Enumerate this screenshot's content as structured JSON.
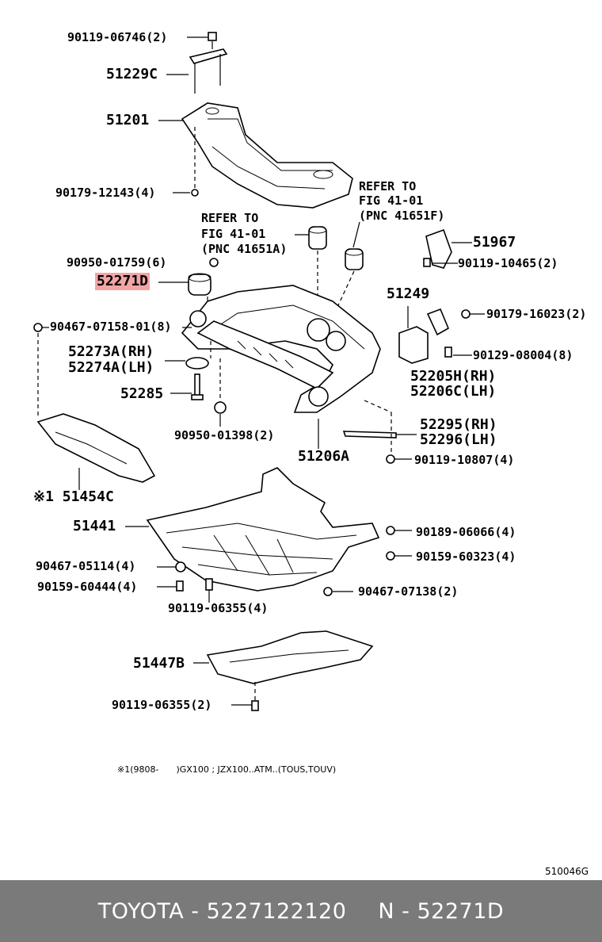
{
  "labels": {
    "l01": "90119-06746(2)",
    "l02": "51229C",
    "l03": "51201",
    "l04": "90179-12143(4)",
    "l05": "REFER TO",
    "l06": "FIG 41-01",
    "l07": "(PNC 41651F)",
    "l08": "REFER TO",
    "l09": "FIG 41-01",
    "l10": "(PNC 41651A)",
    "l11": "51967",
    "l12": "90119-10465(2)",
    "l13": "90950-01759(6)",
    "l14": "52271D",
    "l15": "51249",
    "l16": "90179-16023(2)",
    "l17": "90467-07158-01(8)",
    "l18": "52273A(RH)",
    "l19": "52274A(LH)",
    "l20": "90129-08004(8)",
    "l21": "52205H(RH)",
    "l22": "52206C(LH)",
    "l23": "52285",
    "l24": "52295(RH)",
    "l25": "52296(LH)",
    "l26": "90950-01398(2)",
    "l27": "51206A",
    "l28": "90119-10807(4)",
    "l29": "※1 51454C",
    "l30": "51441",
    "l31": "90189-06066(4)",
    "l32": "90159-60323(4)",
    "l33": "90467-05114(4)",
    "l34": "90159-60444(4)",
    "l35": "90467-07138(2)",
    "l36": "90119-06355(4)",
    "l37": "51447B",
    "l38": "90119-06355(2)"
  },
  "note": "※1(9808-　　)GX100 ; JZX100..ATM..(TOUS,TOUV)",
  "diagram_code": "510046G",
  "footer": {
    "brand_part": "TOYOTA - 5227122120",
    "pnc": "N - 52271D"
  },
  "highlight_color": "#f3a5a5"
}
